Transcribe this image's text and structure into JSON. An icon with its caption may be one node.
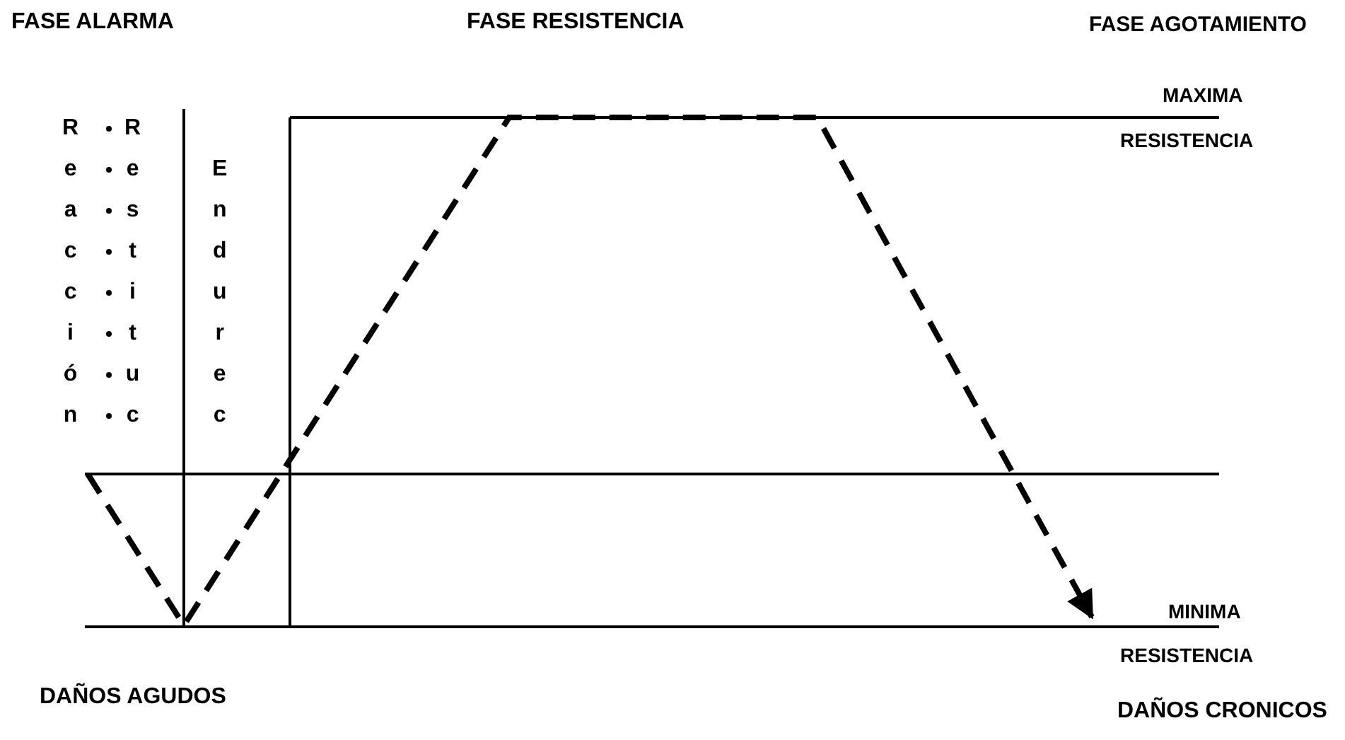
{
  "diagram": {
    "labels": [
      "FASE ALARMA",
      "FASE RESISTENCIA",
      "FASE AGOTAMIENTO",
      "MAXIMA",
      "RESISTENCIA",
      "Reacción",
      "Restituc",
      "Endurec",
      "MINIMA",
      "RESISTENCIA",
      "DAÑOS AGUDOS",
      "DAÑOS CRONICOS"
    ]
  }
}
